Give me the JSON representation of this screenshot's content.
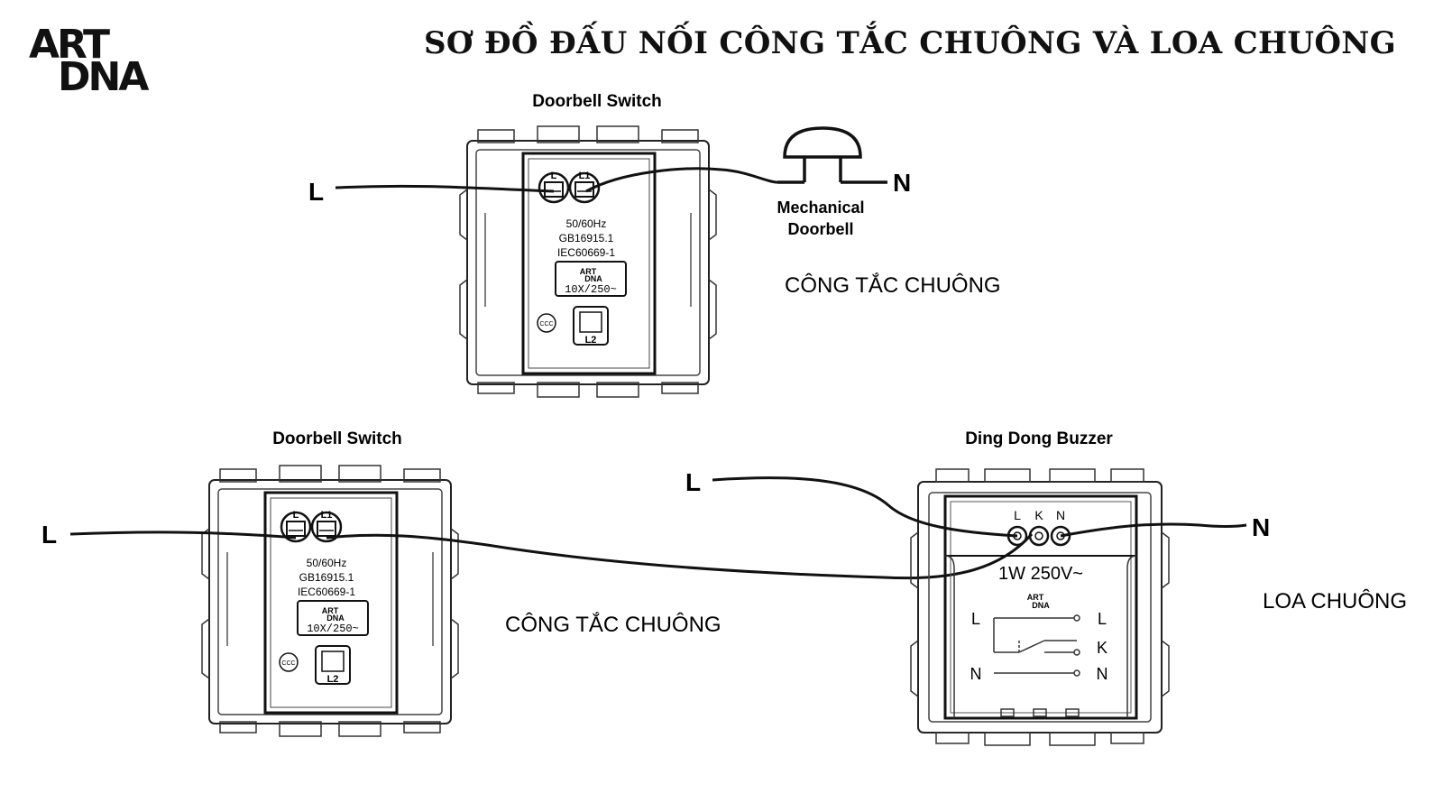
{
  "logo": {
    "line1": "ART",
    "line2": "DNA"
  },
  "title": "SƠ ĐỒ ĐẤU NỐI CÔNG TẮC CHUÔNG VÀ LOA CHUÔNG",
  "diagram1": {
    "switch_label": "Doorbell Switch",
    "wire_in": "L",
    "wire_out": "N",
    "bell_label_line1": "Mechanical",
    "bell_label_line2": "Doorbell",
    "caption": "CÔNG TẮC CHUÔNG"
  },
  "diagram2": {
    "switch_label": "Doorbell Switch",
    "buzzer_label": "Ding Dong Buzzer",
    "wire_switch": "L",
    "wire_buzzer_l": "L",
    "wire_buzzer_n": "N",
    "switch_caption": "CÔNG TẮC CHUÔNG",
    "buzzer_caption": "LOA CHUÔNG"
  },
  "switch_module": {
    "terminal_l": "L",
    "terminal_l1": "L1",
    "terminal_l2": "L2",
    "spec1": "50/60Hz",
    "spec2": "GB16915.1",
    "spec3": "IEC60669-1",
    "brand1": "ART",
    "brand2": "DNA",
    "rating": "10X/250~",
    "cert": "CCC"
  },
  "buzzer_module": {
    "term_l": "L",
    "term_k": "K",
    "term_n": "N",
    "rating": "1W 250V~",
    "brand1": "ART",
    "brand2": "DNA",
    "left_l": "L",
    "left_n": "N",
    "right_l": "L",
    "right_k": "K",
    "right_n": "N"
  }
}
